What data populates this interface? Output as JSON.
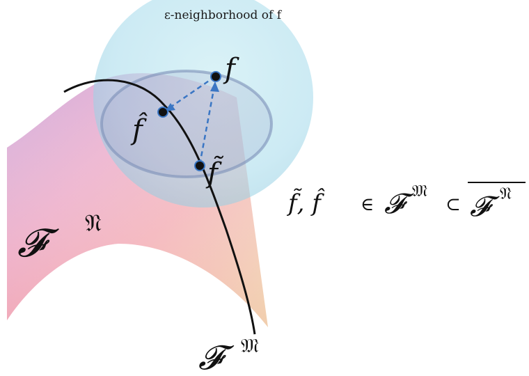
{
  "caption": "ε-neighborhood of f",
  "points": {
    "f": "f",
    "f_hat": "f̂",
    "f_tilde": "f̃"
  },
  "surface_label": {
    "symbol": "𝓕",
    "superscript": "𝔑"
  },
  "curve_label": {
    "symbol": "𝓕",
    "superscript": "𝔐"
  },
  "formula": {
    "elements": "f̃, f̂",
    "member_of": "∈",
    "subset_symbol": "𝓕",
    "subset_superscript": "𝔐",
    "subset_of": "⊂",
    "superset_symbol": "𝓕",
    "superset_superscript": "𝔑"
  },
  "colors": {
    "ball": "#a9dcec",
    "arrow": "#3a76c4",
    "point": "#111111",
    "curve": "#111111"
  }
}
